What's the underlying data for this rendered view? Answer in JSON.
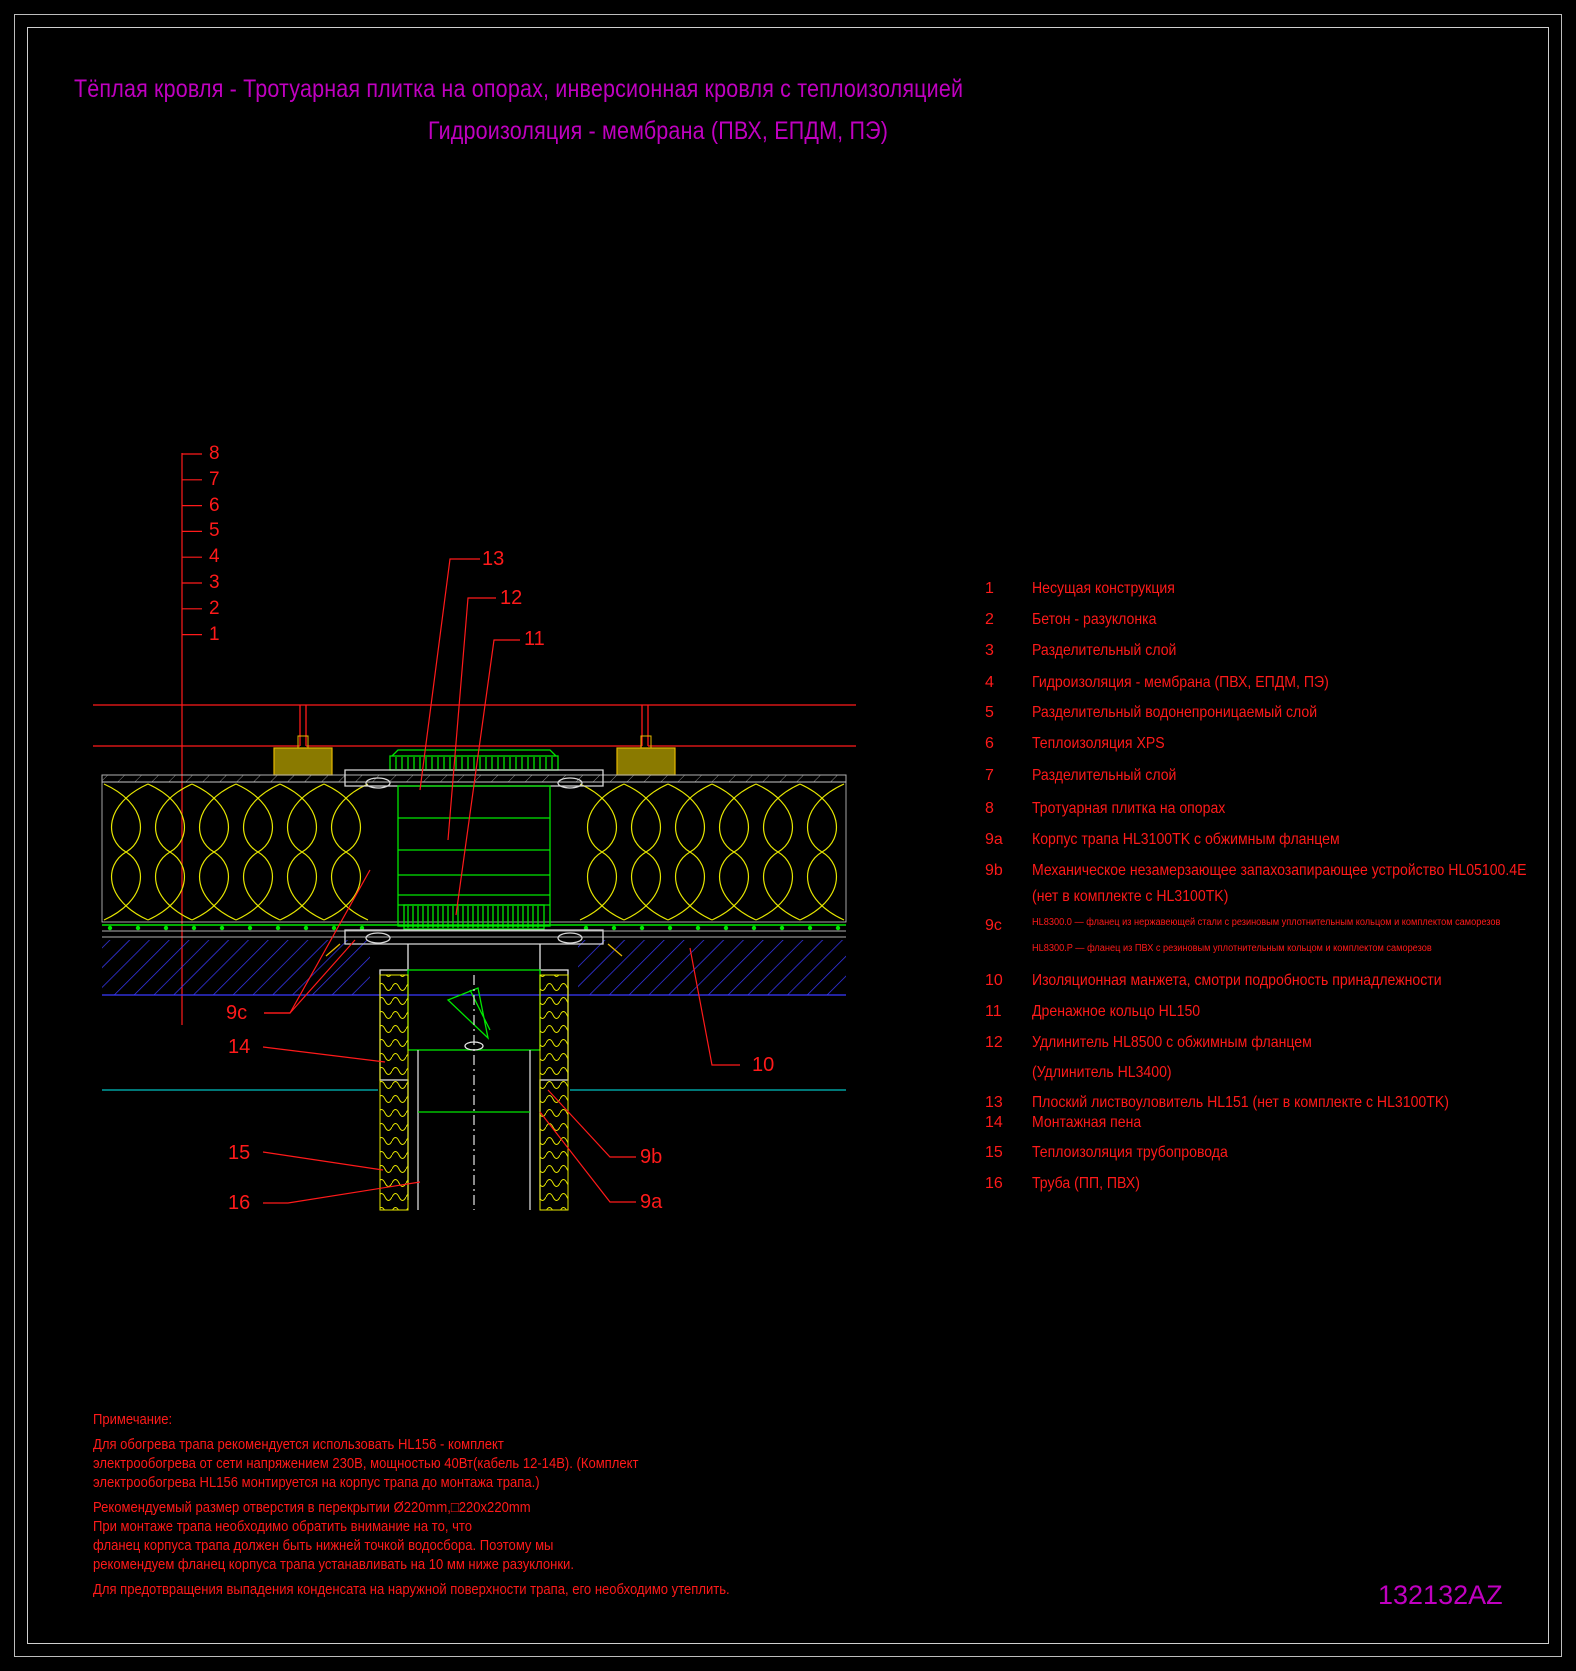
{
  "title": {
    "line1": "Тёплая кровля - Тротуарная плитка на опорах, инверсионная кровля с теплоизоляцией",
    "line2": "Гидроизоляция - мембрана (ПВХ, ЕПДМ, ПЭ)"
  },
  "layer_labels": [
    "8",
    "7",
    "6",
    "5",
    "4",
    "3",
    "2",
    "1"
  ],
  "callouts": {
    "c13": "13",
    "c12": "12",
    "c11": "11",
    "c9c": "9c",
    "c14": "14",
    "c10": "10",
    "c15": "15",
    "c16": "16",
    "c9b": "9b",
    "c9a": "9a"
  },
  "legend": [
    {
      "num": "1",
      "text": "Несущая конструкция"
    },
    {
      "num": "2",
      "text": "Бетон - разуклонка"
    },
    {
      "num": "3",
      "text": "Разделительный слой"
    },
    {
      "num": "4",
      "text": "Гидроизоляция - мембрана (ПВХ, ЕПДМ, ПЭ)"
    },
    {
      "num": "5",
      "text": "Разделительный водонепроницаемый слой"
    },
    {
      "num": "6",
      "text": "Теплоизоляция XPS"
    },
    {
      "num": "7",
      "text": "Разделительный слой"
    },
    {
      "num": "8",
      "text": "Тротуарная плитка на опорах"
    },
    {
      "num": "9a",
      "text": "Корпус трапа HL3100TK с обжимным фланцем"
    },
    {
      "num": "9b",
      "text": "Механическое незамерзающее запахозапирающее устройство HL05100.4E"
    },
    {
      "num": "",
      "text": "(нет в комплекте с HL3100TK)"
    },
    {
      "num": "9c",
      "text": "HL8300.0 — фланец из нержавеющей стали с резиновым уплотнительным кольцом и комплектом саморезов"
    },
    {
      "num": "",
      "text": "HL8300.P — фланец из ПВХ с резиновым уплотнительным кольцом и комплектом саморезов"
    },
    {
      "num": "10",
      "text": "Изоляционная  манжета, смотри подробность принадлежности"
    },
    {
      "num": "11",
      "text": "Дренажное кольцо HL150"
    },
    {
      "num": "12",
      "text": "Удлинитель HL8500 с обжимным фланцем"
    },
    {
      "num": "",
      "text": "(Удлинитель HL3400)"
    },
    {
      "num": "13",
      "text": "Плоский листвоуловитель HL151 (нет в комплекте с HL3100TK)"
    },
    {
      "num": "14",
      "text": "Монтажная пена"
    },
    {
      "num": "15",
      "text": "Теплоизоляция трубопровода"
    },
    {
      "num": "16",
      "text": "Труба (ПП, ПВХ)"
    }
  ],
  "note": {
    "heading": "Примечание:",
    "lines": [
      "Для обогрева трапа рекомендуется использовать HL156 - комплект",
      "электрообогрева от сети напряжением 230В, мощностью 40Вт(кабель 12-14В). (Комплект",
      "электрообогрева HL156 монтируется на корпус трапа до монтажа трапа.)",
      "Рекомендуемый размер отверстия в перекрытии Ø220mm,□220x220mm",
      "При монтаже трапа необходимо обратить внимание на то, что",
      "фланец корпуса трапа должен быть нижней точкой водосбора. Поэтому мы",
      "рекомендуем фланец корпуса трапа устанавливать на 10 мм ниже разуклонки.",
      "Для предотвращения выпадения конденсата на наружной поверхности трапа, его необходимо утеплить."
    ]
  },
  "code": "132132AZ",
  "colors": {
    "title": "#c000c0",
    "text": "#ff1a1a",
    "insulation": "#e6e600",
    "drain": "#00e600",
    "concrete_hatch": "#3a3aff",
    "slab_line": "#00c0c0",
    "support": "#e6b800"
  }
}
